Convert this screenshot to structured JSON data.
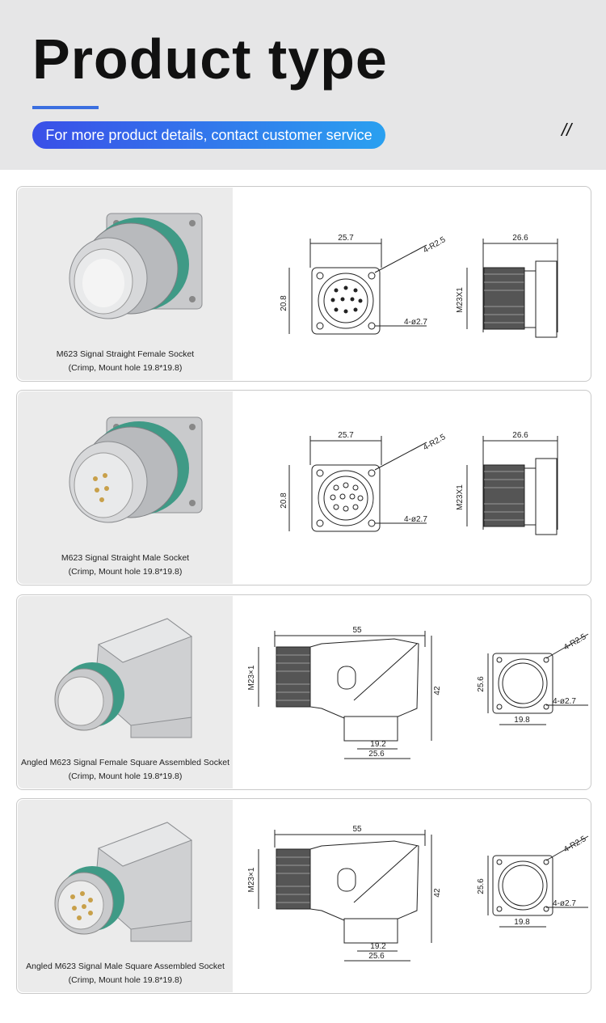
{
  "header": {
    "title": "Product type",
    "subtitle": "For more product details, contact customer service",
    "mark": "//"
  },
  "products": [
    {
      "name": "M623 Signal Straight Female Socket",
      "spec": "(Crimp, Mount hole 19.8*19.8)",
      "dims": {
        "width": "25.7",
        "height": "20.8",
        "radius": "4-R2.5",
        "hole": "4-ø2.7",
        "length": "26.6",
        "thread": "M23X1"
      }
    },
    {
      "name": "M623 Signal Straight Male Socket",
      "spec": "(Crimp, Mount hole 19.8*19.8)",
      "dims": {
        "width": "25.7",
        "height": "20.8",
        "radius": "4-R2.5",
        "hole": "4-ø2.7",
        "length": "26.6",
        "thread": "M23X1"
      }
    },
    {
      "name": "Angled M623 Signal Female Square Assembled Socket",
      "spec": "(Crimp, Mount hole 19.8*19.8)",
      "dims": {
        "length": "55",
        "height": "42",
        "thread": "M23×1",
        "base_inner": "19.2",
        "base_outer": "25.6",
        "flange_height": "25.6",
        "flange_hole": "19.8",
        "radius": "4-R2.5",
        "hole": "4-ø2.7"
      }
    },
    {
      "name": "Angled M623 Signal Male Square Assembled Socket",
      "spec": "(Crimp, Mount hole 19.8*19.8)",
      "dims": {
        "length": "55",
        "height": "42",
        "thread": "M23×1",
        "base_inner": "19.2",
        "base_outer": "25.6",
        "flange_height": "25.6",
        "flange_hole": "19.8",
        "radius": "4-R2.5",
        "hole": "4-ø2.7"
      }
    }
  ],
  "colors": {
    "accent": "#3b6fe0",
    "seal": "#3f9a86"
  }
}
